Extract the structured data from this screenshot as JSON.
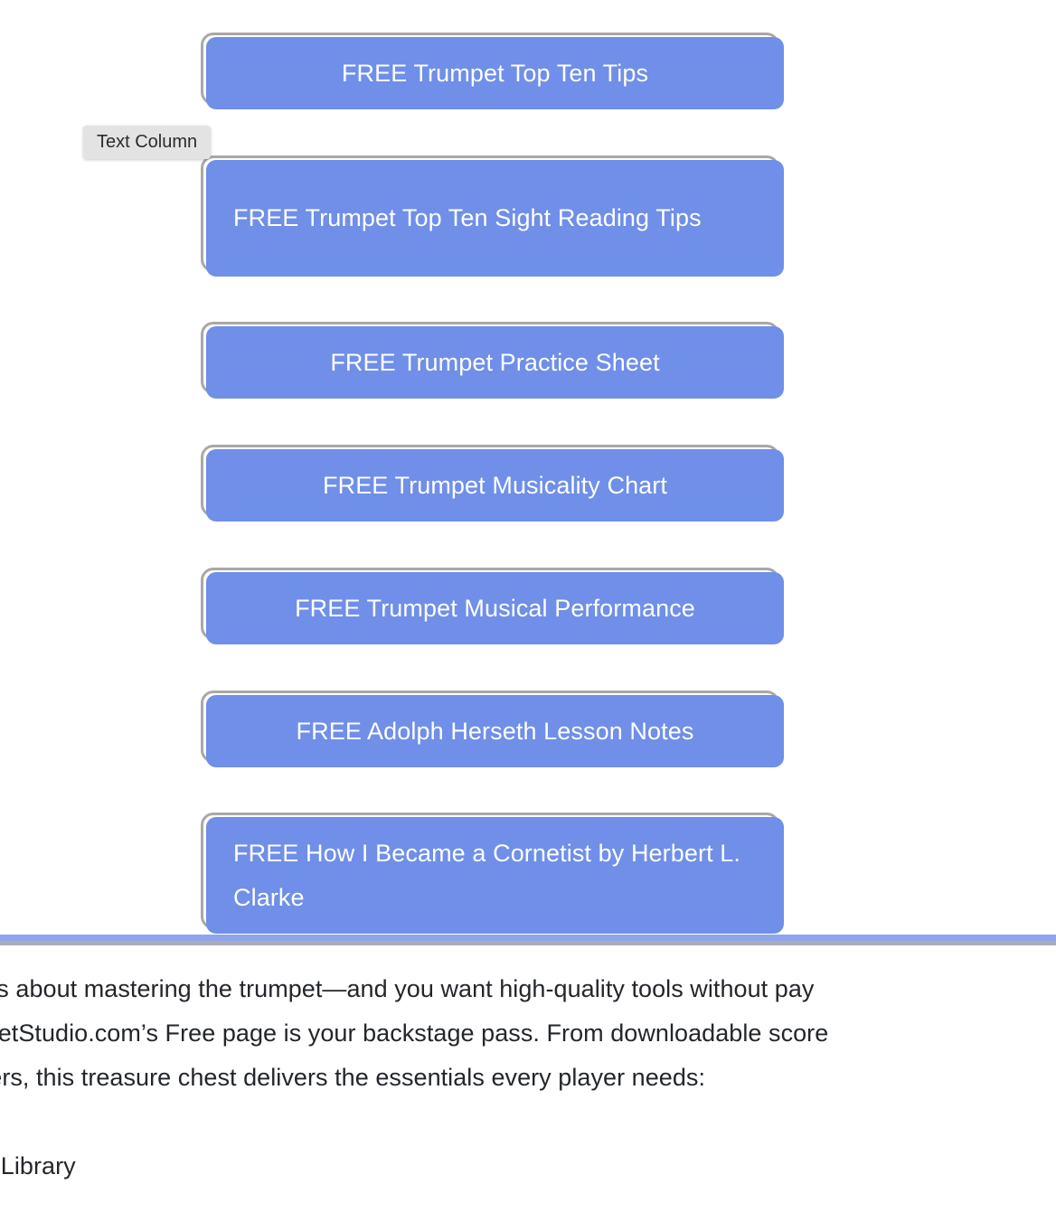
{
  "colors": {
    "button_fill": "#6f8fe8",
    "button_outline": "#a8a8a8",
    "button_text": "#ffffff",
    "divider_blue": "#8fa4ef",
    "divider_gray": "#a9adb8",
    "badge_background": "#e3e3e3",
    "body_text": "#23262b",
    "page_background": "#ffffff"
  },
  "overlay": {
    "badge_label": "Text Column"
  },
  "buttons": [
    {
      "label": "FREE Trumpet Top Ten Tips",
      "multiline": false
    },
    {
      "label": "FREE Trumpet Top Ten Sight Reading Tips",
      "multiline": true
    },
    {
      "label": "FREE Trumpet Practice Sheet",
      "multiline": false
    },
    {
      "label": "FREE Trumpet Musicality Chart",
      "multiline": false
    },
    {
      "label": "FREE Trumpet Musical Performance",
      "multiline": false
    },
    {
      "label": "FREE Adolph Herseth Lesson Notes",
      "multiline": false
    },
    {
      "label": "FREE How I Became a Cornetist by Herbert L. Clarke",
      "multiline": true
    }
  ],
  "body": {
    "lines": [
      "erious about mastering the trumpet—and you want high-quality tools without pay",
      "rumpetStudio.com’s Free page is your backstage pass. From downloadable score",
      "lanners, this treasure chest delivers the essentials every player needs:"
    ],
    "heading": "ooks Library"
  }
}
